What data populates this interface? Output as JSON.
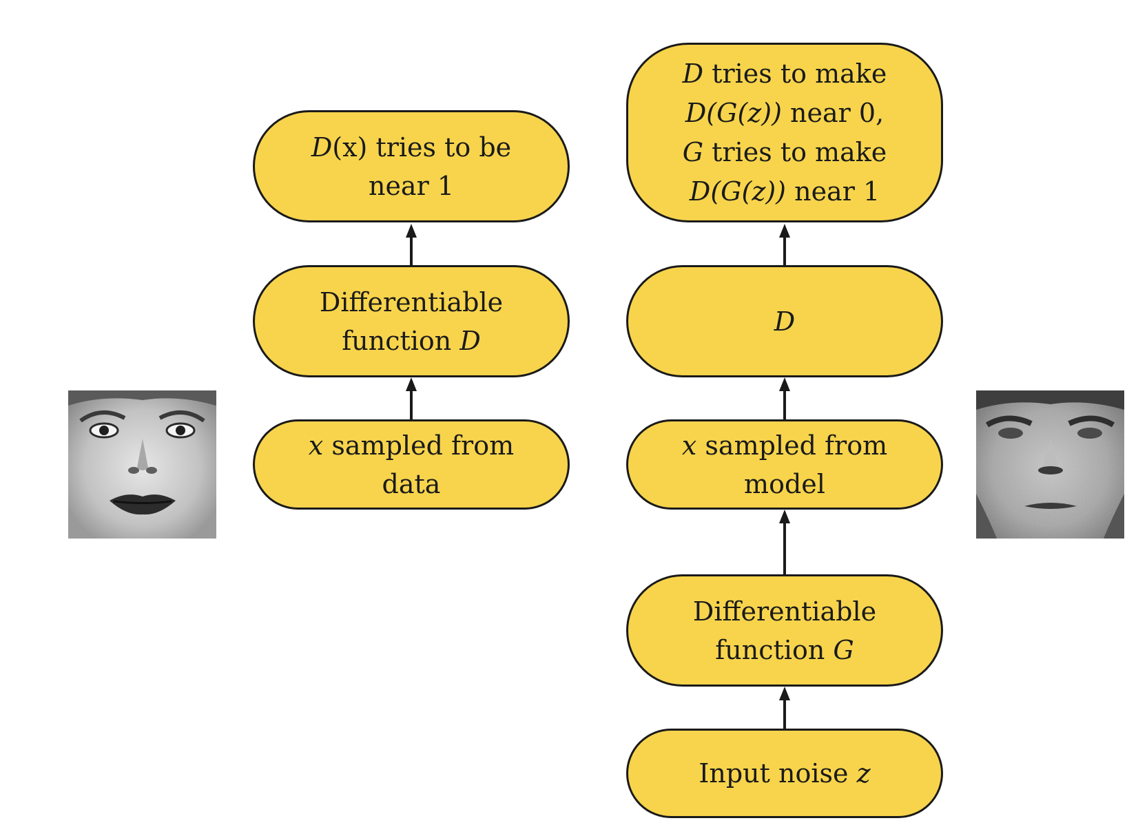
{
  "left_column": {
    "top": {
      "pre": "D",
      "rest": "(x) tries to be",
      "line2": "near 1"
    },
    "middle": {
      "line1": "Differentiable",
      "line2_pre": "function ",
      "line2_var": "D"
    },
    "bottom": {
      "pre": "x",
      "rest": " sampled from",
      "line2": "data"
    }
  },
  "right_column": {
    "top": {
      "l1_var": "D",
      "l1_rest": " tries to make",
      "l2_expr": "D(G(z))",
      "l2_rest": " near 0,",
      "l3_var": "G",
      "l3_rest": " tries to make",
      "l4_expr": "D(G(z))",
      "l4_rest": " near 1"
    },
    "d_node": {
      "label": "D"
    },
    "sampled": {
      "pre": "x",
      "rest": " sampled from",
      "line2": "model"
    },
    "generator": {
      "line1": "Differentiable",
      "line2_pre": "function ",
      "line2_var": "G"
    },
    "noise": {
      "pre": "Input noise ",
      "var": "z"
    }
  },
  "colors": {
    "node_fill": "#f7d44c",
    "stroke": "#1a1a1a"
  },
  "images": {
    "left": "real-face-photo",
    "right": "generated-face-sample"
  }
}
